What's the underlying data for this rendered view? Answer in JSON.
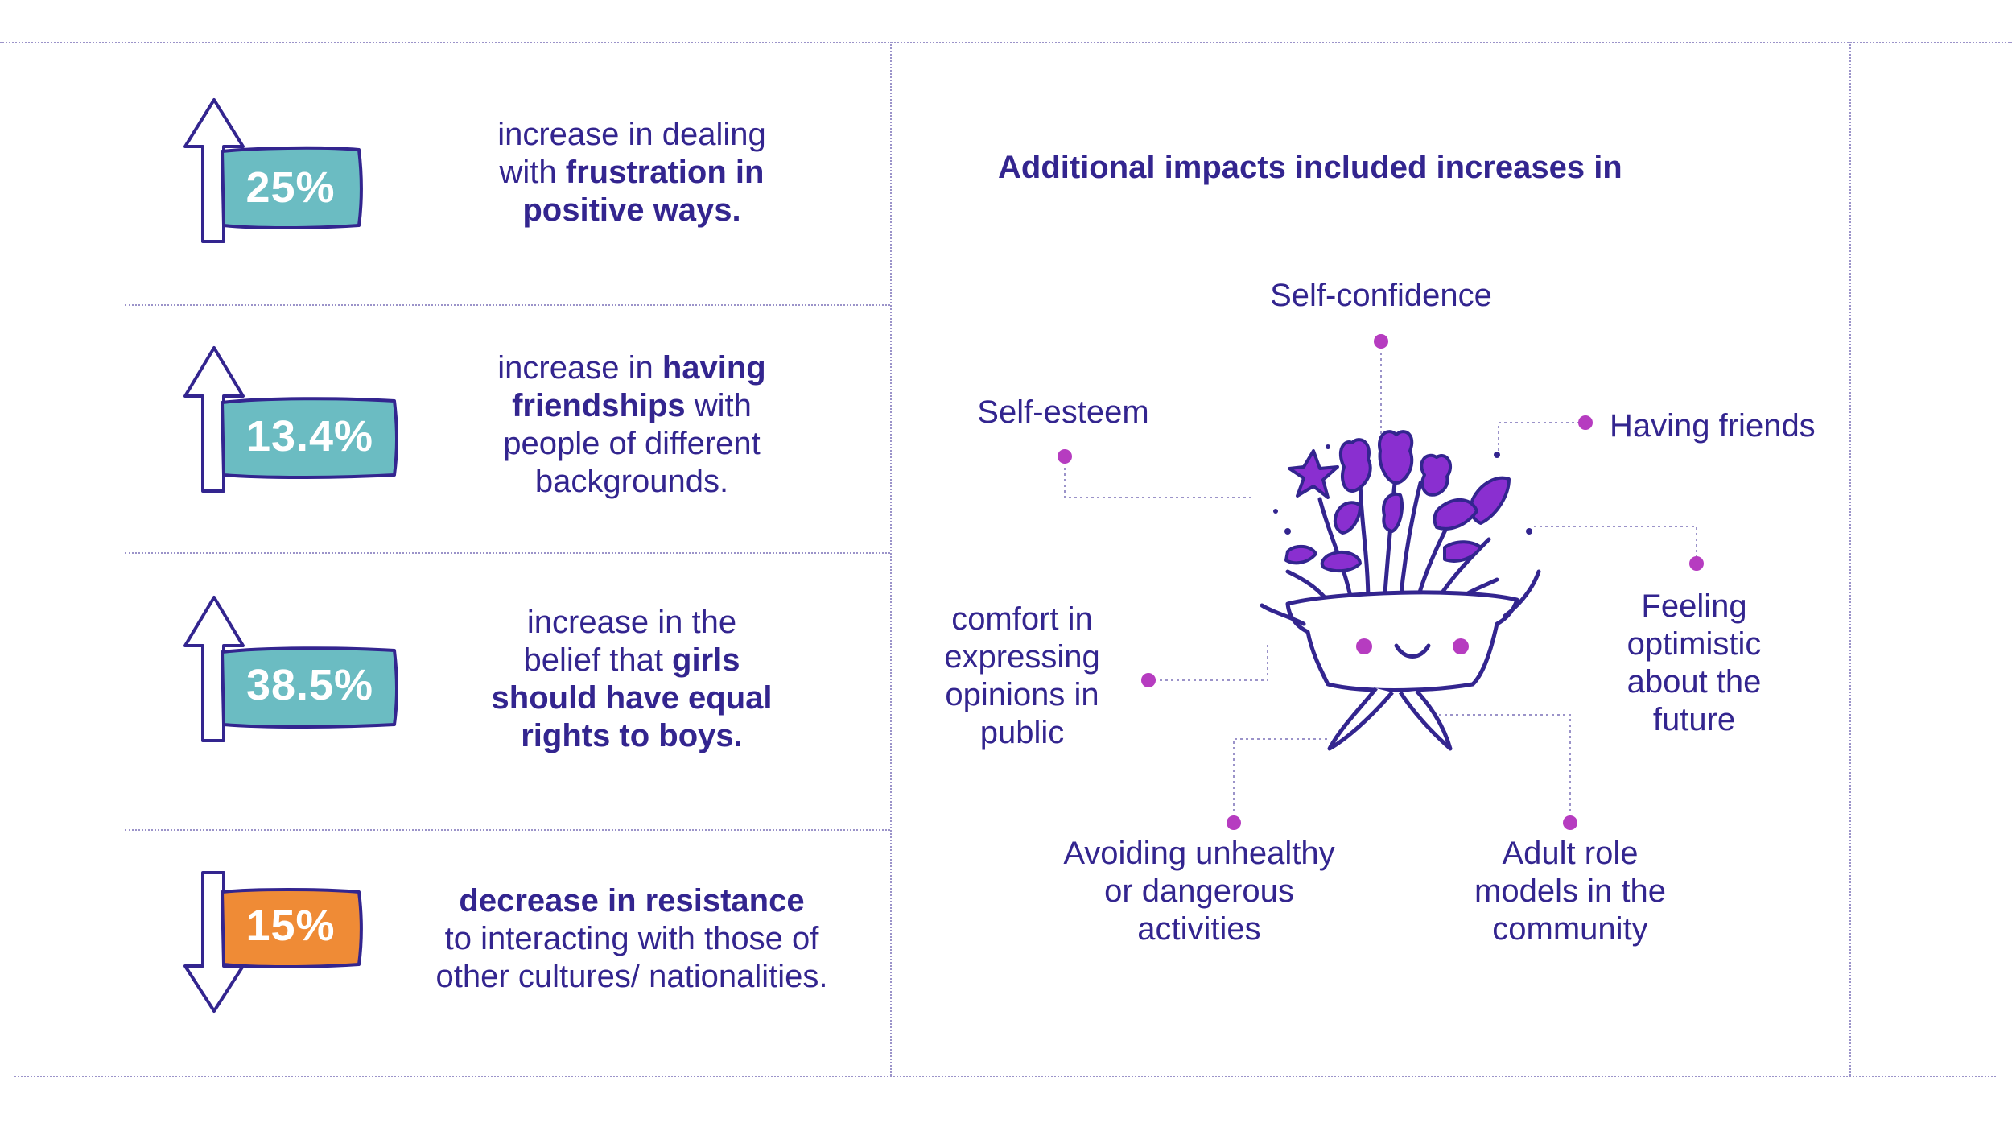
{
  "stats": [
    {
      "value": "25%",
      "direction": "up",
      "box_color": "#6bbcc2",
      "segments": [
        {
          "t": "increase in dealing",
          "b": false
        },
        {
          "br": true
        },
        {
          "t": "with ",
          "b": false
        },
        {
          "t": "frustration in",
          "b": true
        },
        {
          "br": true
        },
        {
          "t": "positive ways.",
          "b": true
        }
      ]
    },
    {
      "value": "13.4%",
      "direction": "up",
      "box_color": "#6bbcc2",
      "segments": [
        {
          "t": "increase in ",
          "b": false
        },
        {
          "t": "having",
          "b": true
        },
        {
          "br": true
        },
        {
          "t": "friendships",
          "b": true
        },
        {
          "t": " with",
          "b": false
        },
        {
          "br": true
        },
        {
          "t": "people of different",
          "b": false
        },
        {
          "br": true
        },
        {
          "t": "backgrounds.",
          "b": false
        }
      ]
    },
    {
      "value": "38.5%",
      "direction": "up",
      "box_color": "#6bbcc2",
      "segments": [
        {
          "t": "increase in the",
          "b": false
        },
        {
          "br": true
        },
        {
          "t": "belief that ",
          "b": false
        },
        {
          "t": "girls",
          "b": true
        },
        {
          "br": true
        },
        {
          "t": "should have equal",
          "b": true
        },
        {
          "br": true
        },
        {
          "t": "rights to boys.",
          "b": true
        }
      ]
    },
    {
      "value": "15%",
      "direction": "down",
      "box_color": "#ef8b36",
      "segments": [
        {
          "t": "decrease in resistance",
          "b": true
        },
        {
          "br": true
        },
        {
          "t": "to interacting with those of",
          "b": false
        },
        {
          "br": true
        },
        {
          "t": "other cultures/ nationalities.",
          "b": false
        }
      ]
    }
  ],
  "impacts": {
    "title": "Additional impacts included increases in",
    "items": {
      "self_confidence": "Self-confidence",
      "self_esteem": "Self-esteem",
      "having_friends": "Having friends",
      "optimistic": [
        "Feeling",
        "optimistic",
        "about the",
        "future"
      ],
      "comfort": [
        "comfort in",
        "expressing",
        "opinions in",
        "public"
      ],
      "avoiding": [
        "Avoiding unhealthy",
        "or dangerous",
        "activities"
      ],
      "role_models": [
        "Adult role",
        "models in the",
        "community"
      ]
    }
  },
  "colors": {
    "text": "#33258f",
    "teal": "#6bbcc2",
    "orange": "#ef8b36",
    "dot": "#b63cc0",
    "purple": "#8a2fd0"
  },
  "illustration": "flower-pot-mascot-icon"
}
